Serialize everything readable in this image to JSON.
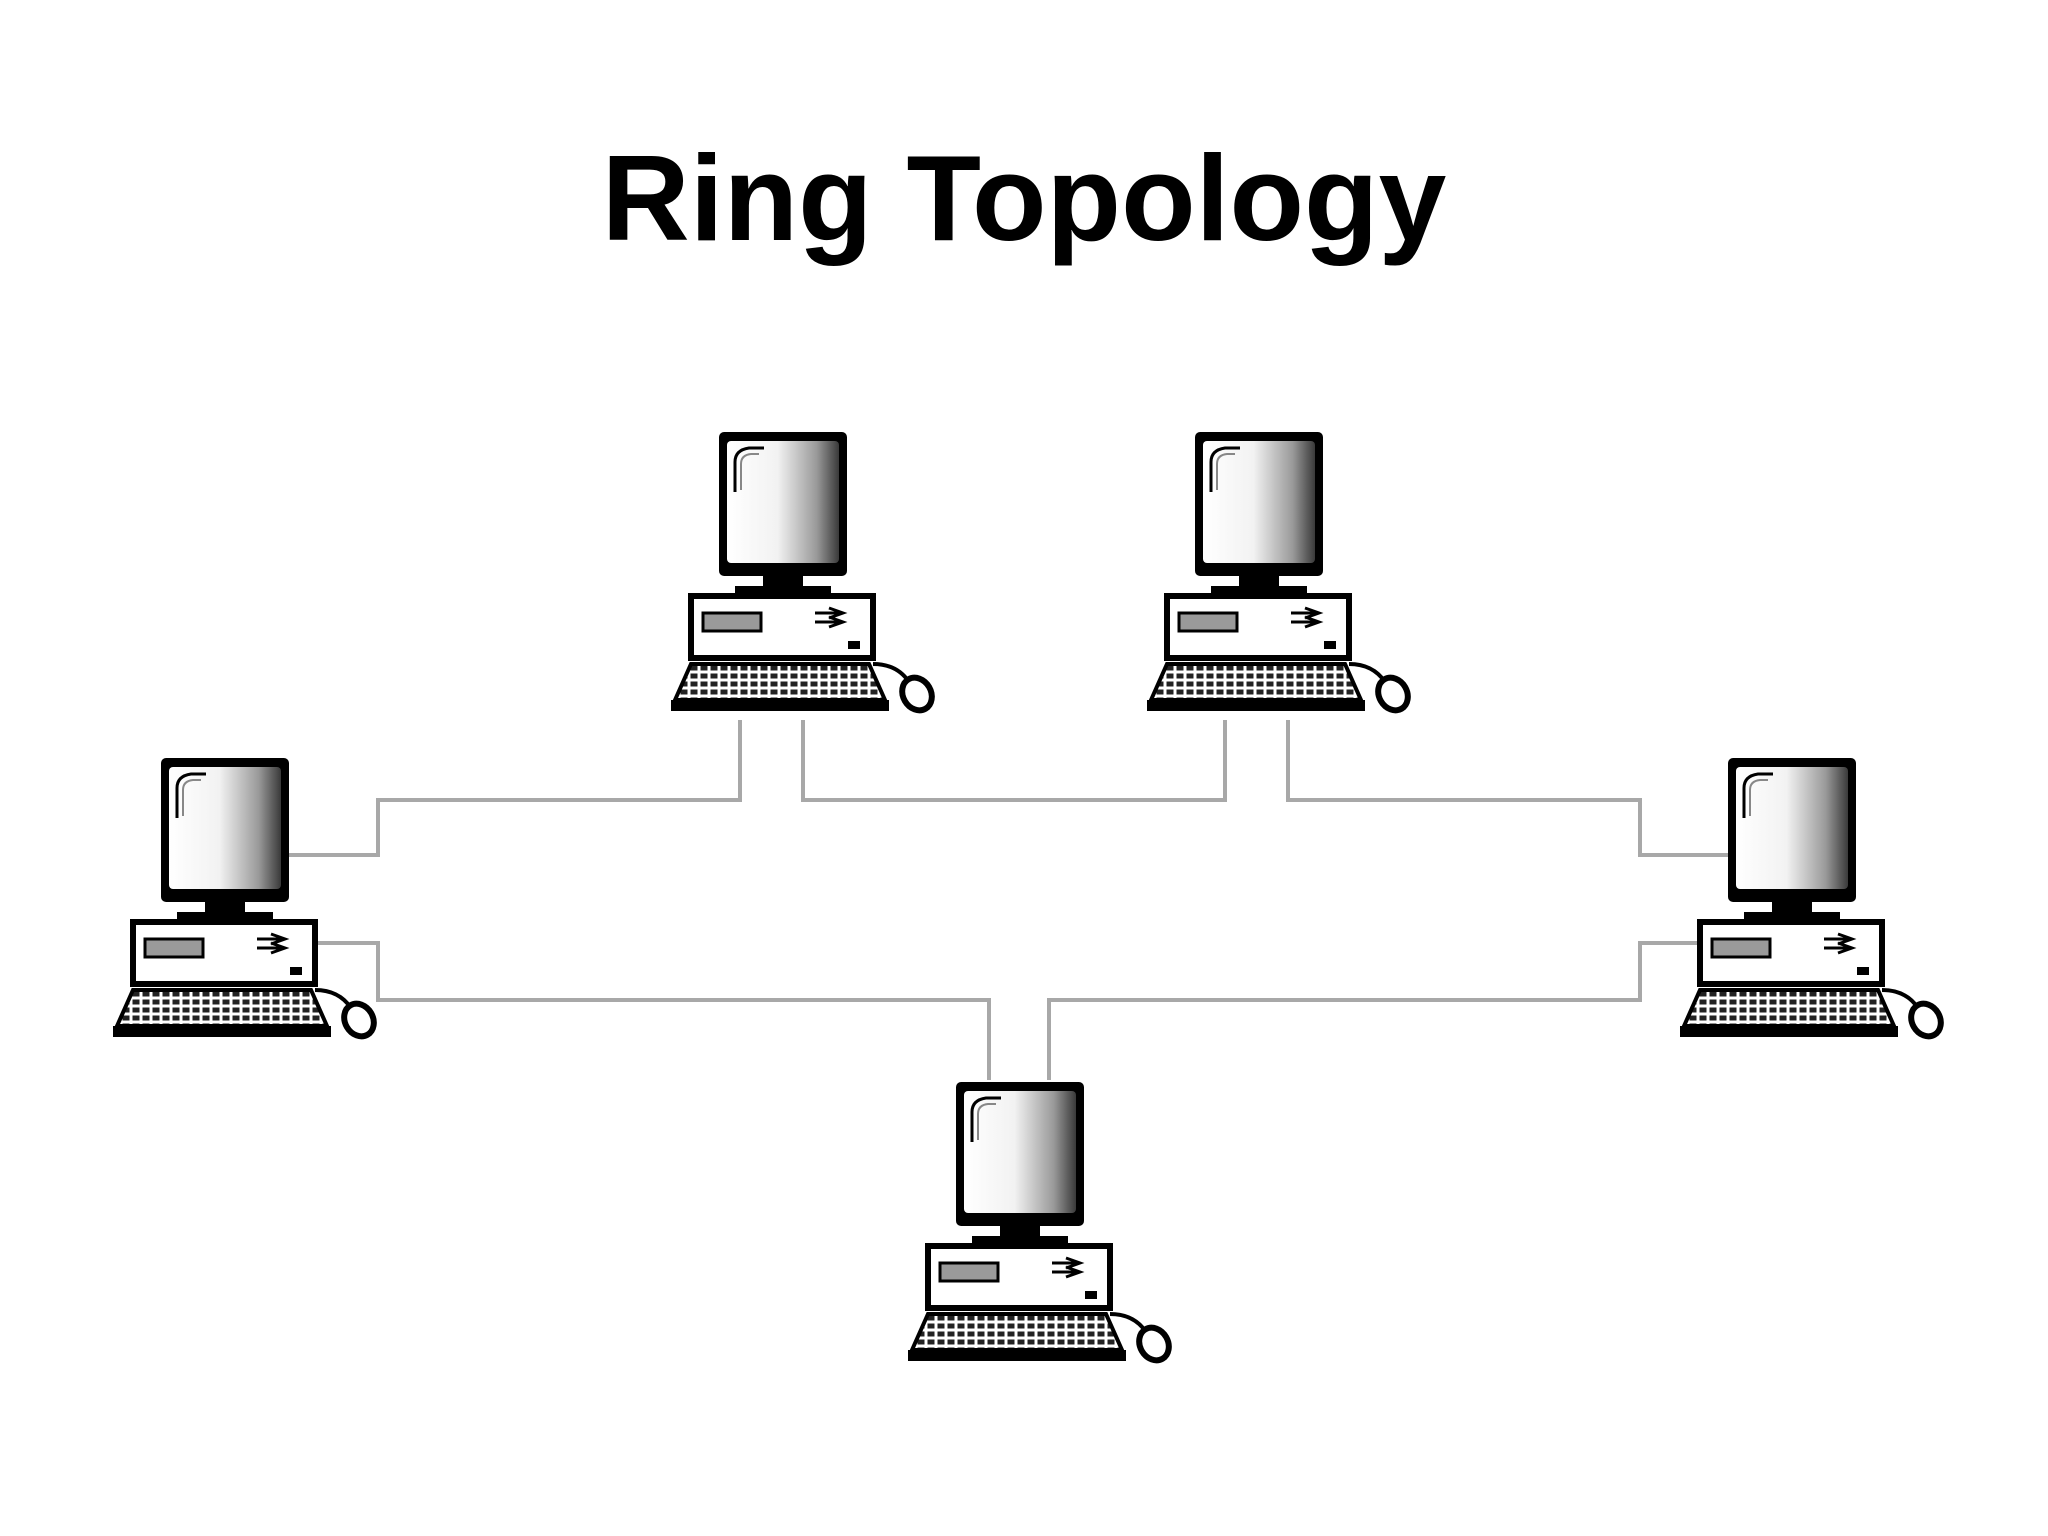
{
  "title": "Ring Topology",
  "nodes": [
    {
      "id": "pc-top-left"
    },
    {
      "id": "pc-top-right"
    },
    {
      "id": "pc-right"
    },
    {
      "id": "pc-bottom"
    },
    {
      "id": "pc-left"
    }
  ],
  "links": [
    {
      "from": "pc-top-left",
      "to": "pc-top-right"
    },
    {
      "from": "pc-top-right",
      "to": "pc-right"
    },
    {
      "from": "pc-right",
      "to": "pc-bottom"
    },
    {
      "from": "pc-bottom",
      "to": "pc-left"
    },
    {
      "from": "pc-left",
      "to": "pc-top-left"
    }
  ],
  "colors": {
    "background": "#ffffff",
    "cable": "#a8a8a8",
    "device": "#000000"
  }
}
